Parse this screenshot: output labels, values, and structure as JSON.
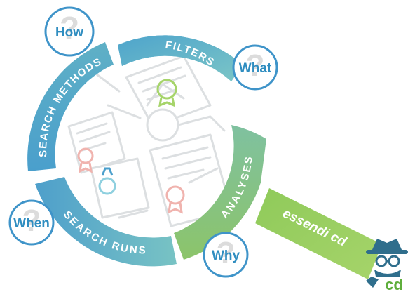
{
  "segments": {
    "filters": "FILTERS",
    "analyses": "ANALYSES",
    "search_runs": "SEARCH RUNS",
    "search_methods": "SEARCH METHODS"
  },
  "questions": {
    "how": "How",
    "what": "What",
    "when": "When",
    "why": "Why"
  },
  "brand": {
    "label": "essendi cd",
    "logo_text": "cd"
  },
  "colors": {
    "teal_light": "#7cc6c9",
    "teal": "#56aebe",
    "blue": "#3f94c9",
    "green": "#7fbf54",
    "green_light": "#a6d46a",
    "question_mark": "#c9c9c9",
    "sketch": "#d9dcde"
  },
  "icons": [
    "question-mark-icon",
    "document-icon",
    "ribbon-badge-icon",
    "gear-icon",
    "detective-icon"
  ]
}
